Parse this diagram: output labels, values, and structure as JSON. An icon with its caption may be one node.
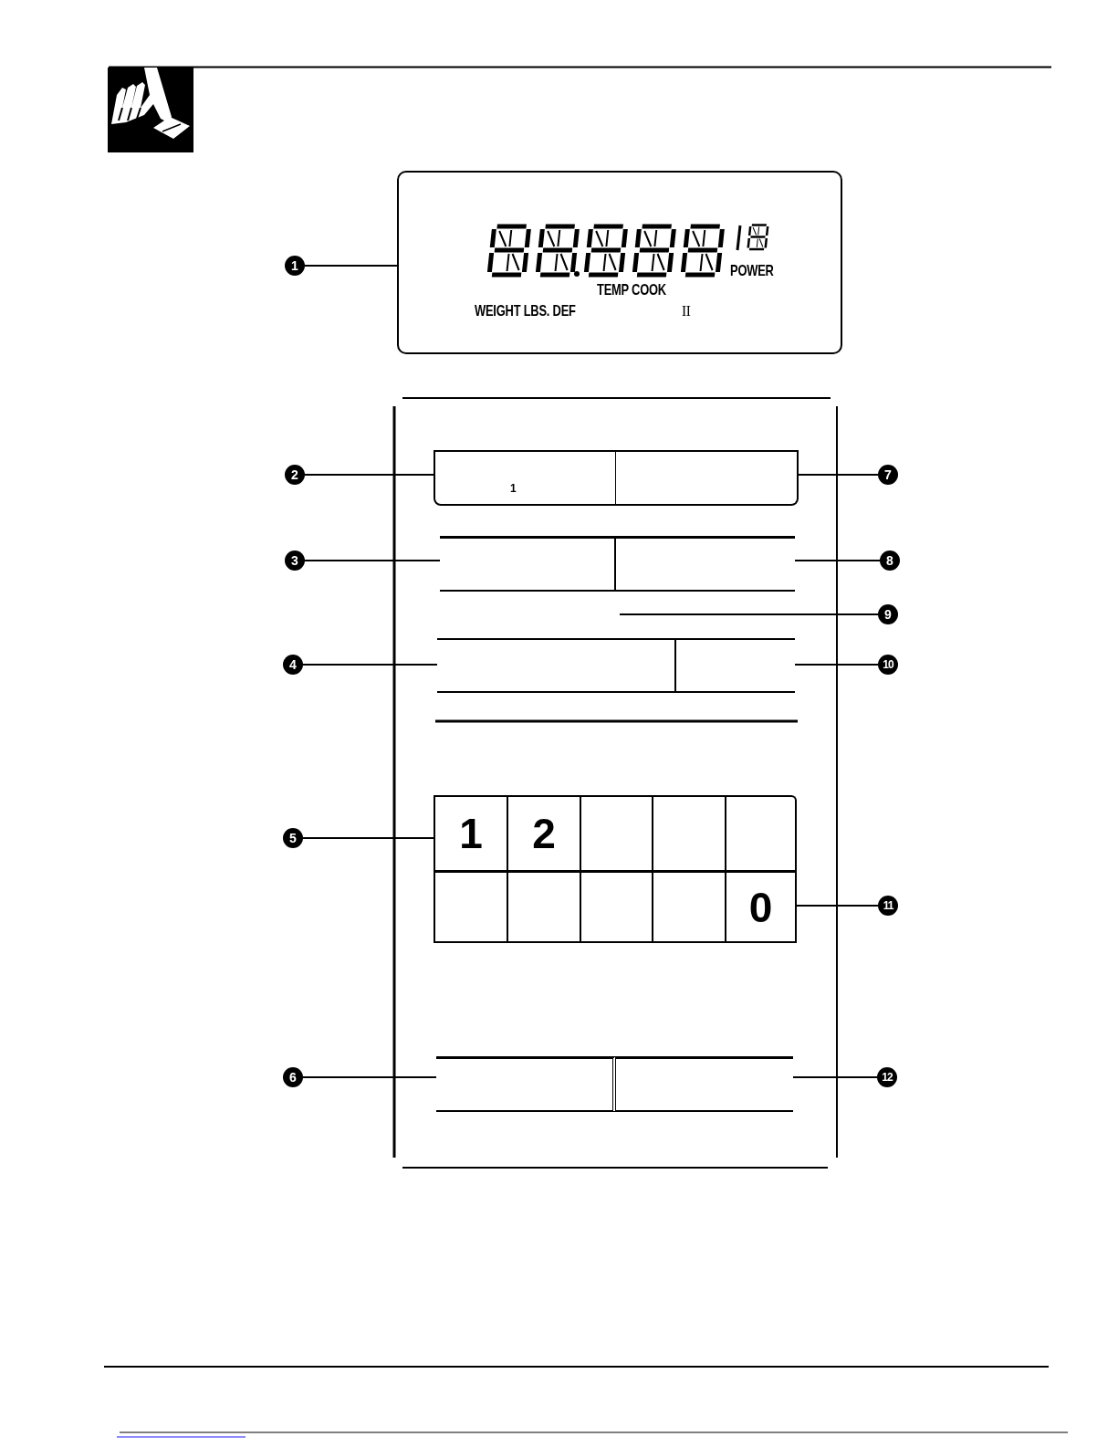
{
  "diagram": {
    "nodes": [
      {
        "text": [
          "1"
        ]
      },
      {
        "text": [
          "POWER",
          "TEMP COOK",
          "WEIGHT LBS. DEF",
          "II"
        ]
      },
      {
        "text": [
          "2"
        ]
      },
      {
        "text": [
          "1"
        ]
      },
      {
        "text": [],
        "shape": "box"
      },
      {
        "text": [
          "7"
        ]
      },
      {
        "text": [
          "3"
        ]
      },
      {
        "text": [],
        "shape": "box"
      },
      {
        "text": [],
        "shape": "box"
      },
      {
        "text": [
          "8"
        ]
      },
      {
        "text": [
          "9"
        ]
      },
      {
        "text": [
          "4"
        ]
      },
      {
        "text": [],
        "shape": "box"
      },
      {
        "text": [],
        "shape": "box"
      },
      {
        "text": [
          "10"
        ]
      },
      {
        "text": [
          "5"
        ]
      },
      {
        "text": [
          "1"
        ]
      },
      {
        "text": [
          "2"
        ]
      },
      {
        "text": [],
        "shape": "box"
      },
      {
        "text": [],
        "shape": "box"
      },
      {
        "text": [],
        "shape": "box"
      },
      {
        "text": [],
        "shape": "box"
      },
      {
        "text": [],
        "shape": "box"
      },
      {
        "text": [],
        "shape": "box"
      },
      {
        "text": [],
        "shape": "box"
      },
      {
        "text": [
          "0"
        ]
      },
      {
        "text": [
          "11"
        ]
      },
      {
        "text": [
          "6"
        ]
      },
      {
        "text": [],
        "shape": "box"
      },
      {
        "text": [],
        "shape": "box"
      },
      {
        "text": [
          "12"
        ]
      }
    ],
    "edges": [
      {
        "from": 0,
        "to": 1,
        "arrow": "none"
      },
      {
        "from": 2,
        "to": 3,
        "arrow": "none"
      },
      {
        "from": 5,
        "to": 4,
        "arrow": "none"
      },
      {
        "from": 6,
        "to": 7,
        "arrow": "none"
      },
      {
        "from": 9,
        "to": 8,
        "arrow": "none"
      },
      {
        "from": 10,
        "to": null,
        "arrow": "none"
      },
      {
        "from": 11,
        "to": 12,
        "arrow": "none"
      },
      {
        "from": 14,
        "to": 13,
        "arrow": "none"
      },
      {
        "from": 15,
        "to": 16,
        "arrow": "none"
      },
      {
        "from": 26,
        "to": 25,
        "arrow": "none"
      },
      {
        "from": 27,
        "to": 28,
        "arrow": "none"
      },
      {
        "from": 30,
        "to": 29,
        "arrow": "none"
      }
    ]
  }
}
